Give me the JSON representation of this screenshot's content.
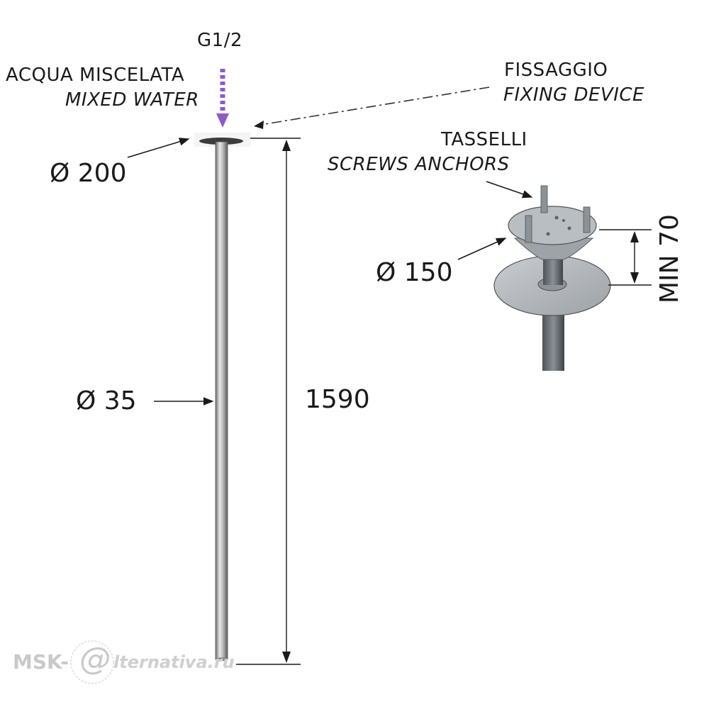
{
  "inlet": {
    "thread": "G1/2",
    "label_it": "ACQUA MISCELATA",
    "label_en": "MIXED WATER",
    "arrow_color": "#8e5ac8"
  },
  "fixing": {
    "label_it": "FISSAGGIO",
    "label_en": "FIXING DEVICE"
  },
  "anchors": {
    "label_it": "TASSELLI",
    "label_en": "SCREWS ANCHORS"
  },
  "dimensions": {
    "head_diameter": "Ø 200",
    "pipe_diameter": "Ø 35",
    "length": "1590",
    "flange_diameter": "Ø 150",
    "min_depth": "MIN 70"
  },
  "watermark": {
    "text": "MSK-",
    "logo_glyph": "@",
    "tail": "lternativa.ru"
  }
}
